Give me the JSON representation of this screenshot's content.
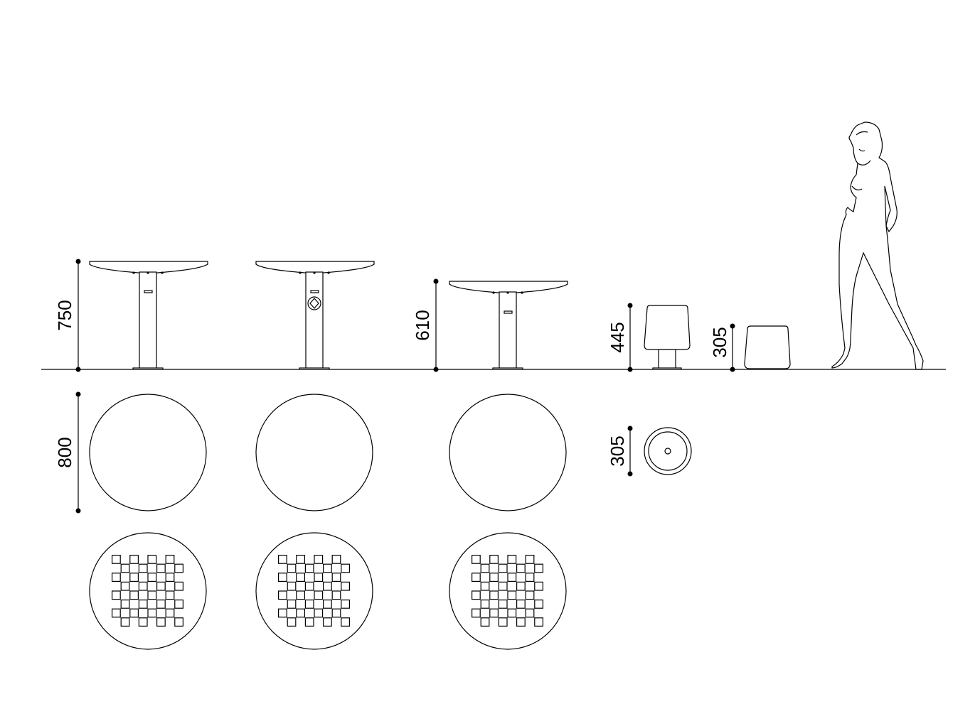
{
  "dimensions": {
    "table_height": "750",
    "low_table_height": "610",
    "tall_stool_height": "445",
    "low_stool_height": "305",
    "table_diameter": "800",
    "stool_diameter": "305"
  },
  "plan_views": {
    "chessboard_size": 8
  }
}
